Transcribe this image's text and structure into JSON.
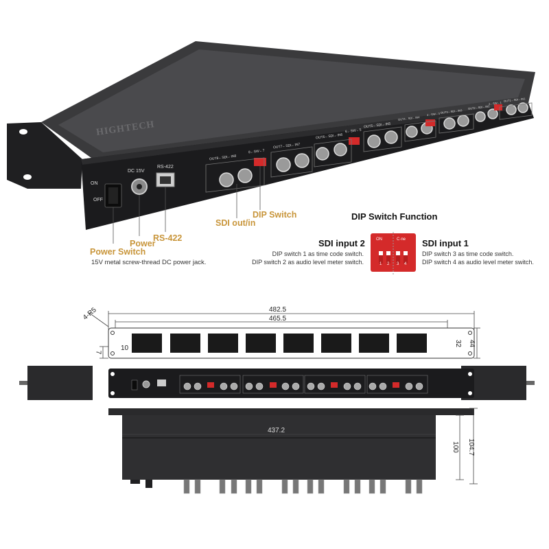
{
  "product": {
    "brand": "HIGHTECH",
    "panel_labels": {
      "on": "ON",
      "off": "OFF",
      "dc": "DC 15V",
      "rs422": "RS-422",
      "ports": [
        "OUT8←SDI←IN8",
        "8←SW←7",
        "OUT7←SDI←IN7",
        "OUT6←SDI←IN6",
        "6←SW←5",
        "OUT5←SDI←IN5",
        "OUT4←SDI←IN4",
        "4←SW←3",
        "OUT3←SDI←IN3",
        "OUT2←SDI←IN2",
        "2←SW←1",
        "OUT1←SDI←IN1"
      ]
    }
  },
  "callouts": {
    "power_switch": {
      "title": "Power Switch"
    },
    "power": {
      "title": "Power",
      "desc": "15V metal screw-thread DC power jack."
    },
    "rs422": {
      "title": "RS-422"
    },
    "sdi": {
      "title": "SDI out/in"
    },
    "dip": {
      "title": "DIP Switch"
    }
  },
  "dip_function": {
    "title": "DIP Switch Function",
    "switch_labels": {
      "on": "ON",
      "ctrl": "C·ne",
      "nums": [
        "1",
        "2",
        "3",
        "4"
      ]
    },
    "input2": {
      "title": "SDI input 2",
      "lines": [
        "DIP switch 1 as time code switch.",
        "DIP switch 2 as audio level meter switch."
      ]
    },
    "input1": {
      "title": "SDI input 1",
      "lines": [
        "DIP switch 3 as time code switch.",
        "DIP switch 4 as audio level meter switch."
      ]
    }
  },
  "dimensions": {
    "corner": "4-R5",
    "overall_width": "482.5",
    "hole_spacing": "465.5",
    "height_32": "32",
    "height_44": "44",
    "left_10": "10",
    "left_7": "7",
    "body_width": "437.2",
    "depth_100": "100",
    "depth_104": "104.7"
  },
  "colors": {
    "accent": "#c8953a",
    "chassis": "#2a2a2c",
    "dip_red": "#d42a2a"
  }
}
